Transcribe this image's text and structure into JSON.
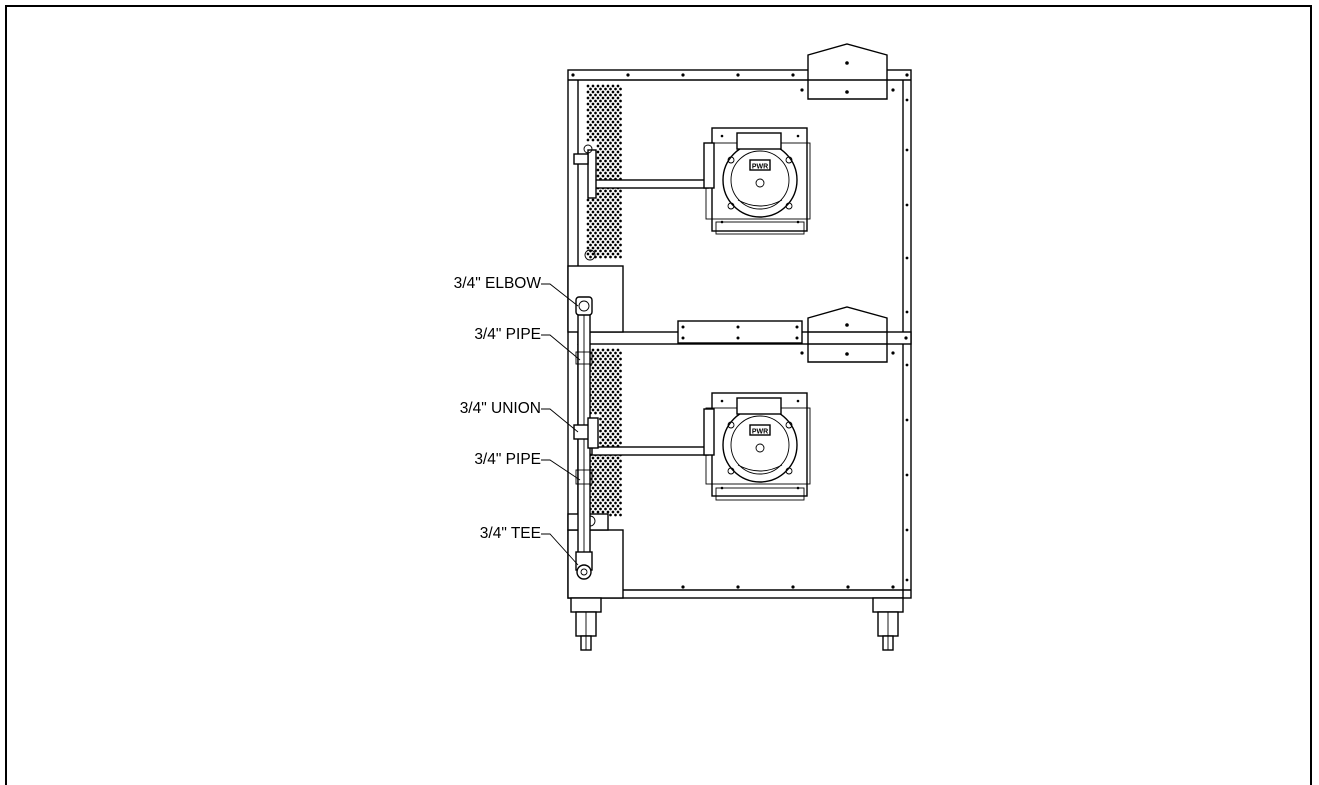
{
  "diagram": {
    "callouts": [
      {
        "id": "elbow",
        "text": "3/4\" ELBOW"
      },
      {
        "id": "pipe-upper",
        "text": "3/4\" PIPE"
      },
      {
        "id": "union",
        "text": "3/4\" UNION"
      },
      {
        "id": "pipe-lower",
        "text": "3/4\" PIPE"
      },
      {
        "id": "tee",
        "text": "3/4\" TEE"
      }
    ],
    "burner_badges": [
      "PWR",
      "PWR"
    ]
  }
}
